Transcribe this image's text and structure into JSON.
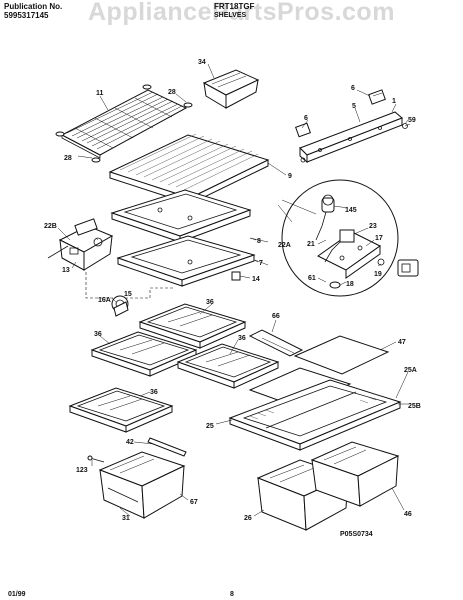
{
  "header": {
    "pub_label": "Publication No.",
    "pub_number": "5995317145",
    "model": "FRT18TGF",
    "section": "SHELVES",
    "watermark": "AppliancePartsPros.com"
  },
  "footer": {
    "date": "01/99",
    "page": "8"
  },
  "diagram_code": "P05S0734",
  "callouts": {
    "c1": "1",
    "c5": "5",
    "c6a": "6",
    "c6b": "6",
    "c7": "7",
    "c8": "8",
    "c9": "9",
    "c11": "11",
    "c13": "13",
    "c14": "14",
    "c15": "15",
    "c16a": "16A",
    "c17": "17",
    "c18": "18",
    "c19": "19",
    "c21": "21",
    "c22a": "22A",
    "c22b": "22B",
    "c23": "23",
    "c25": "25",
    "c25a": "25A",
    "c25b": "25B",
    "c26": "26",
    "c28a": "28",
    "c28b": "28",
    "c31": "31",
    "c34": "34",
    "c36a": "36",
    "c36b": "36",
    "c36c": "36",
    "c36d": "36",
    "c42": "42",
    "c46": "46",
    "c47": "47",
    "c59": "59",
    "c61": "61",
    "c66": "66",
    "c67": "67",
    "c123": "123",
    "c145": "145"
  }
}
